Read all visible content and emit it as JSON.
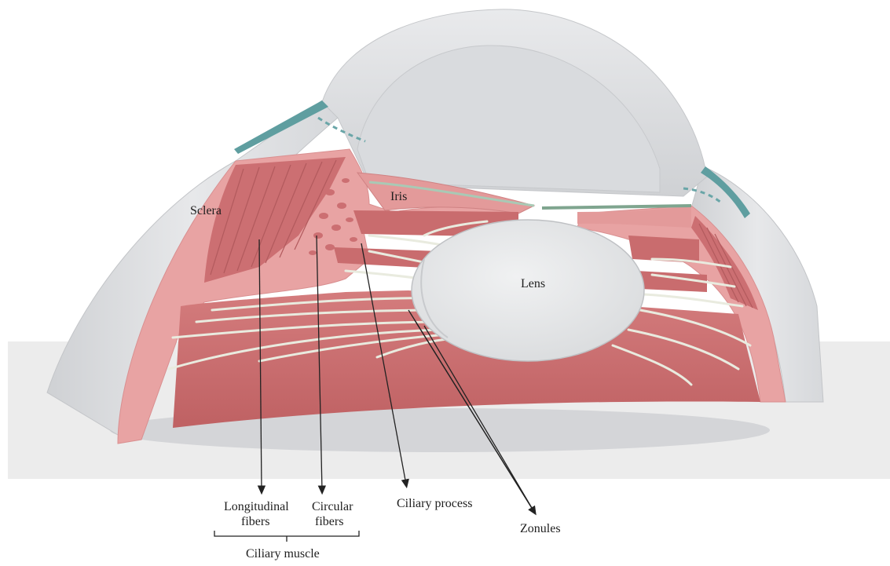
{
  "labels": {
    "sclera": "Sclera",
    "iris": "Iris",
    "lens": "Lens",
    "longitudinal_line1": "Longitudinal",
    "longitudinal_line2": "fibers",
    "circular_line1": "Circular",
    "circular_line2": "fibers",
    "ciliary_process": "Ciliary process",
    "zonules": "Zonules",
    "ciliary_muscle": "Ciliary muscle"
  },
  "colors": {
    "background": "#ffffff",
    "floor": "#ececec",
    "sclera": "#e4e5e7",
    "ciliary_tissue": "#e8a3a3",
    "ciliary_muscle_fibers": "#cc6f72",
    "interior_cavity": "#c96c6e",
    "cornea": "#dadcdf",
    "lens": "#e6e8ea",
    "zonule_fibers": "#e9ebdf",
    "conjunctiva_teal": "#5f9ea0",
    "annotation_line": "#222222"
  }
}
